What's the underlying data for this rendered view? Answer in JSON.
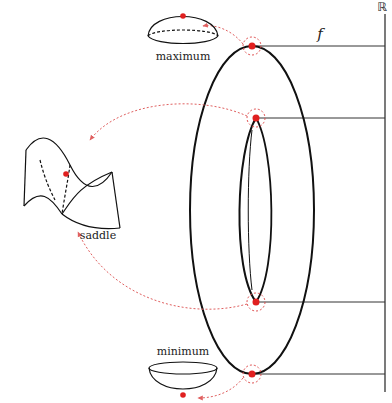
{
  "diagram": {
    "labels": [
      "maximum",
      "saddle",
      "minimum",
      "f",
      "ℝ"
    ]
  }
}
